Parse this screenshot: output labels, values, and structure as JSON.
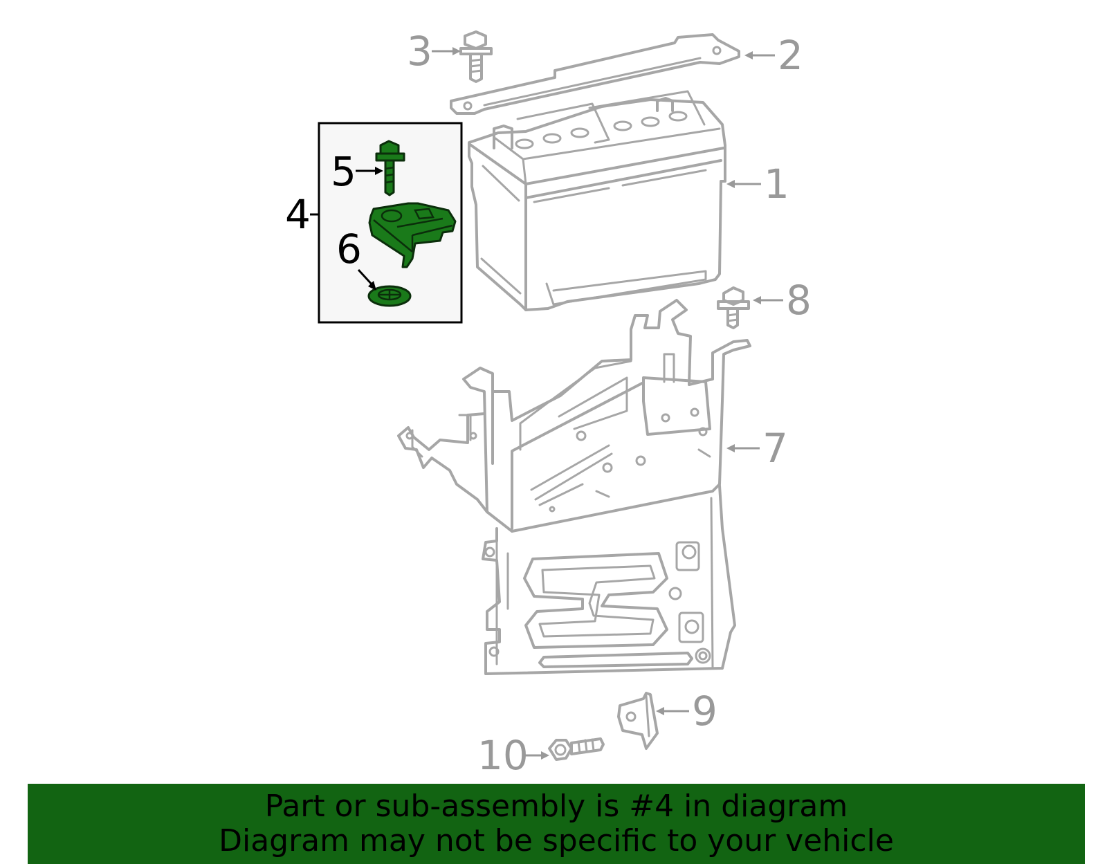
{
  "callouts": [
    {
      "id": "1",
      "label": "1"
    },
    {
      "id": "2",
      "label": "2"
    },
    {
      "id": "3",
      "label": "3"
    },
    {
      "id": "4",
      "label": "4"
    },
    {
      "id": "5",
      "label": "5"
    },
    {
      "id": "6",
      "label": "6"
    },
    {
      "id": "7",
      "label": "7"
    },
    {
      "id": "8",
      "label": "8"
    },
    {
      "id": "9",
      "label": "9"
    },
    {
      "id": "10",
      "label": "10"
    }
  ],
  "highlight_part": "4",
  "banner": {
    "line1": "Part or sub-assembly is #4 in diagram",
    "line2": "Diagram may not be specific to your vehicle"
  },
  "colors": {
    "banner_bg": "#126412",
    "highlight_fill": "#1a7a1a",
    "part_stroke": "#a6a6a6",
    "label_grey": "#999999",
    "inset_bg": "#f7f7f7"
  }
}
